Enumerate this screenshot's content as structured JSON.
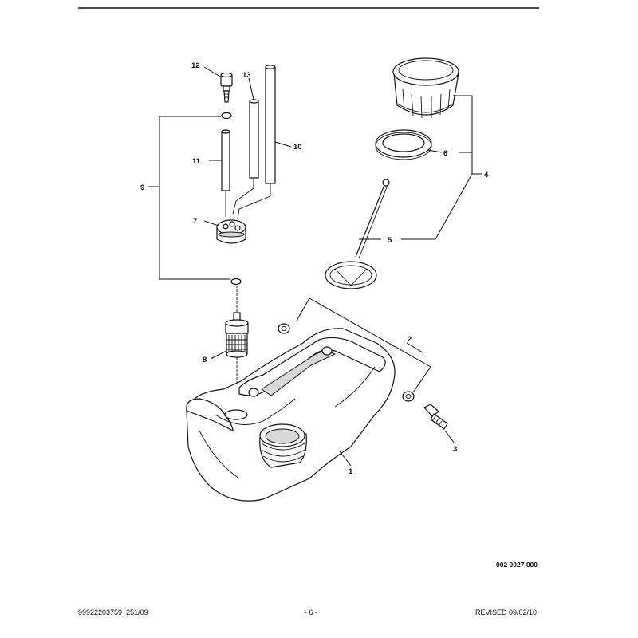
{
  "callouts": {
    "c1": "1",
    "c2": "2",
    "c3": "3",
    "c4": "4",
    "c5": "5",
    "c6": "6",
    "c7": "7",
    "c8": "8",
    "c9": "9",
    "c10": "10",
    "c11": "11",
    "c12": "12",
    "c13": "13"
  },
  "drawing_number": "002 0027 000",
  "footer": {
    "doc_number": "99922203759_251/09",
    "page": "- 6 -",
    "revised": "REVISED 09/02/10"
  }
}
